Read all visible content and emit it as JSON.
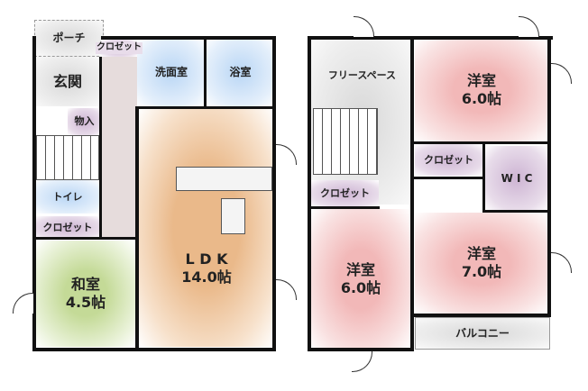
{
  "floor1": {
    "porch": "ポーチ",
    "closet_small": "クロゼット",
    "entrance": "玄関",
    "washroom": "洗面室",
    "bathroom": "浴室",
    "storage": "物入",
    "toilet": "トイレ",
    "closet": "クロゼット",
    "washitsu": {
      "name": "和室",
      "size": "4.5帖"
    },
    "ldk": {
      "name": "L D K",
      "size": "14.0帖"
    }
  },
  "floor2": {
    "free_space": "フリースペース",
    "bedroom_ne": {
      "name": "洋室",
      "size": "6.0帖"
    },
    "closet_ne": "クロゼット",
    "wic": "W I C",
    "closet_w": "クロゼット",
    "bedroom_sw": {
      "name": "洋室",
      "size": "6.0帖"
    },
    "bedroom_se": {
      "name": "洋室",
      "size": "7.0帖"
    },
    "balcony": "バルコニー"
  }
}
